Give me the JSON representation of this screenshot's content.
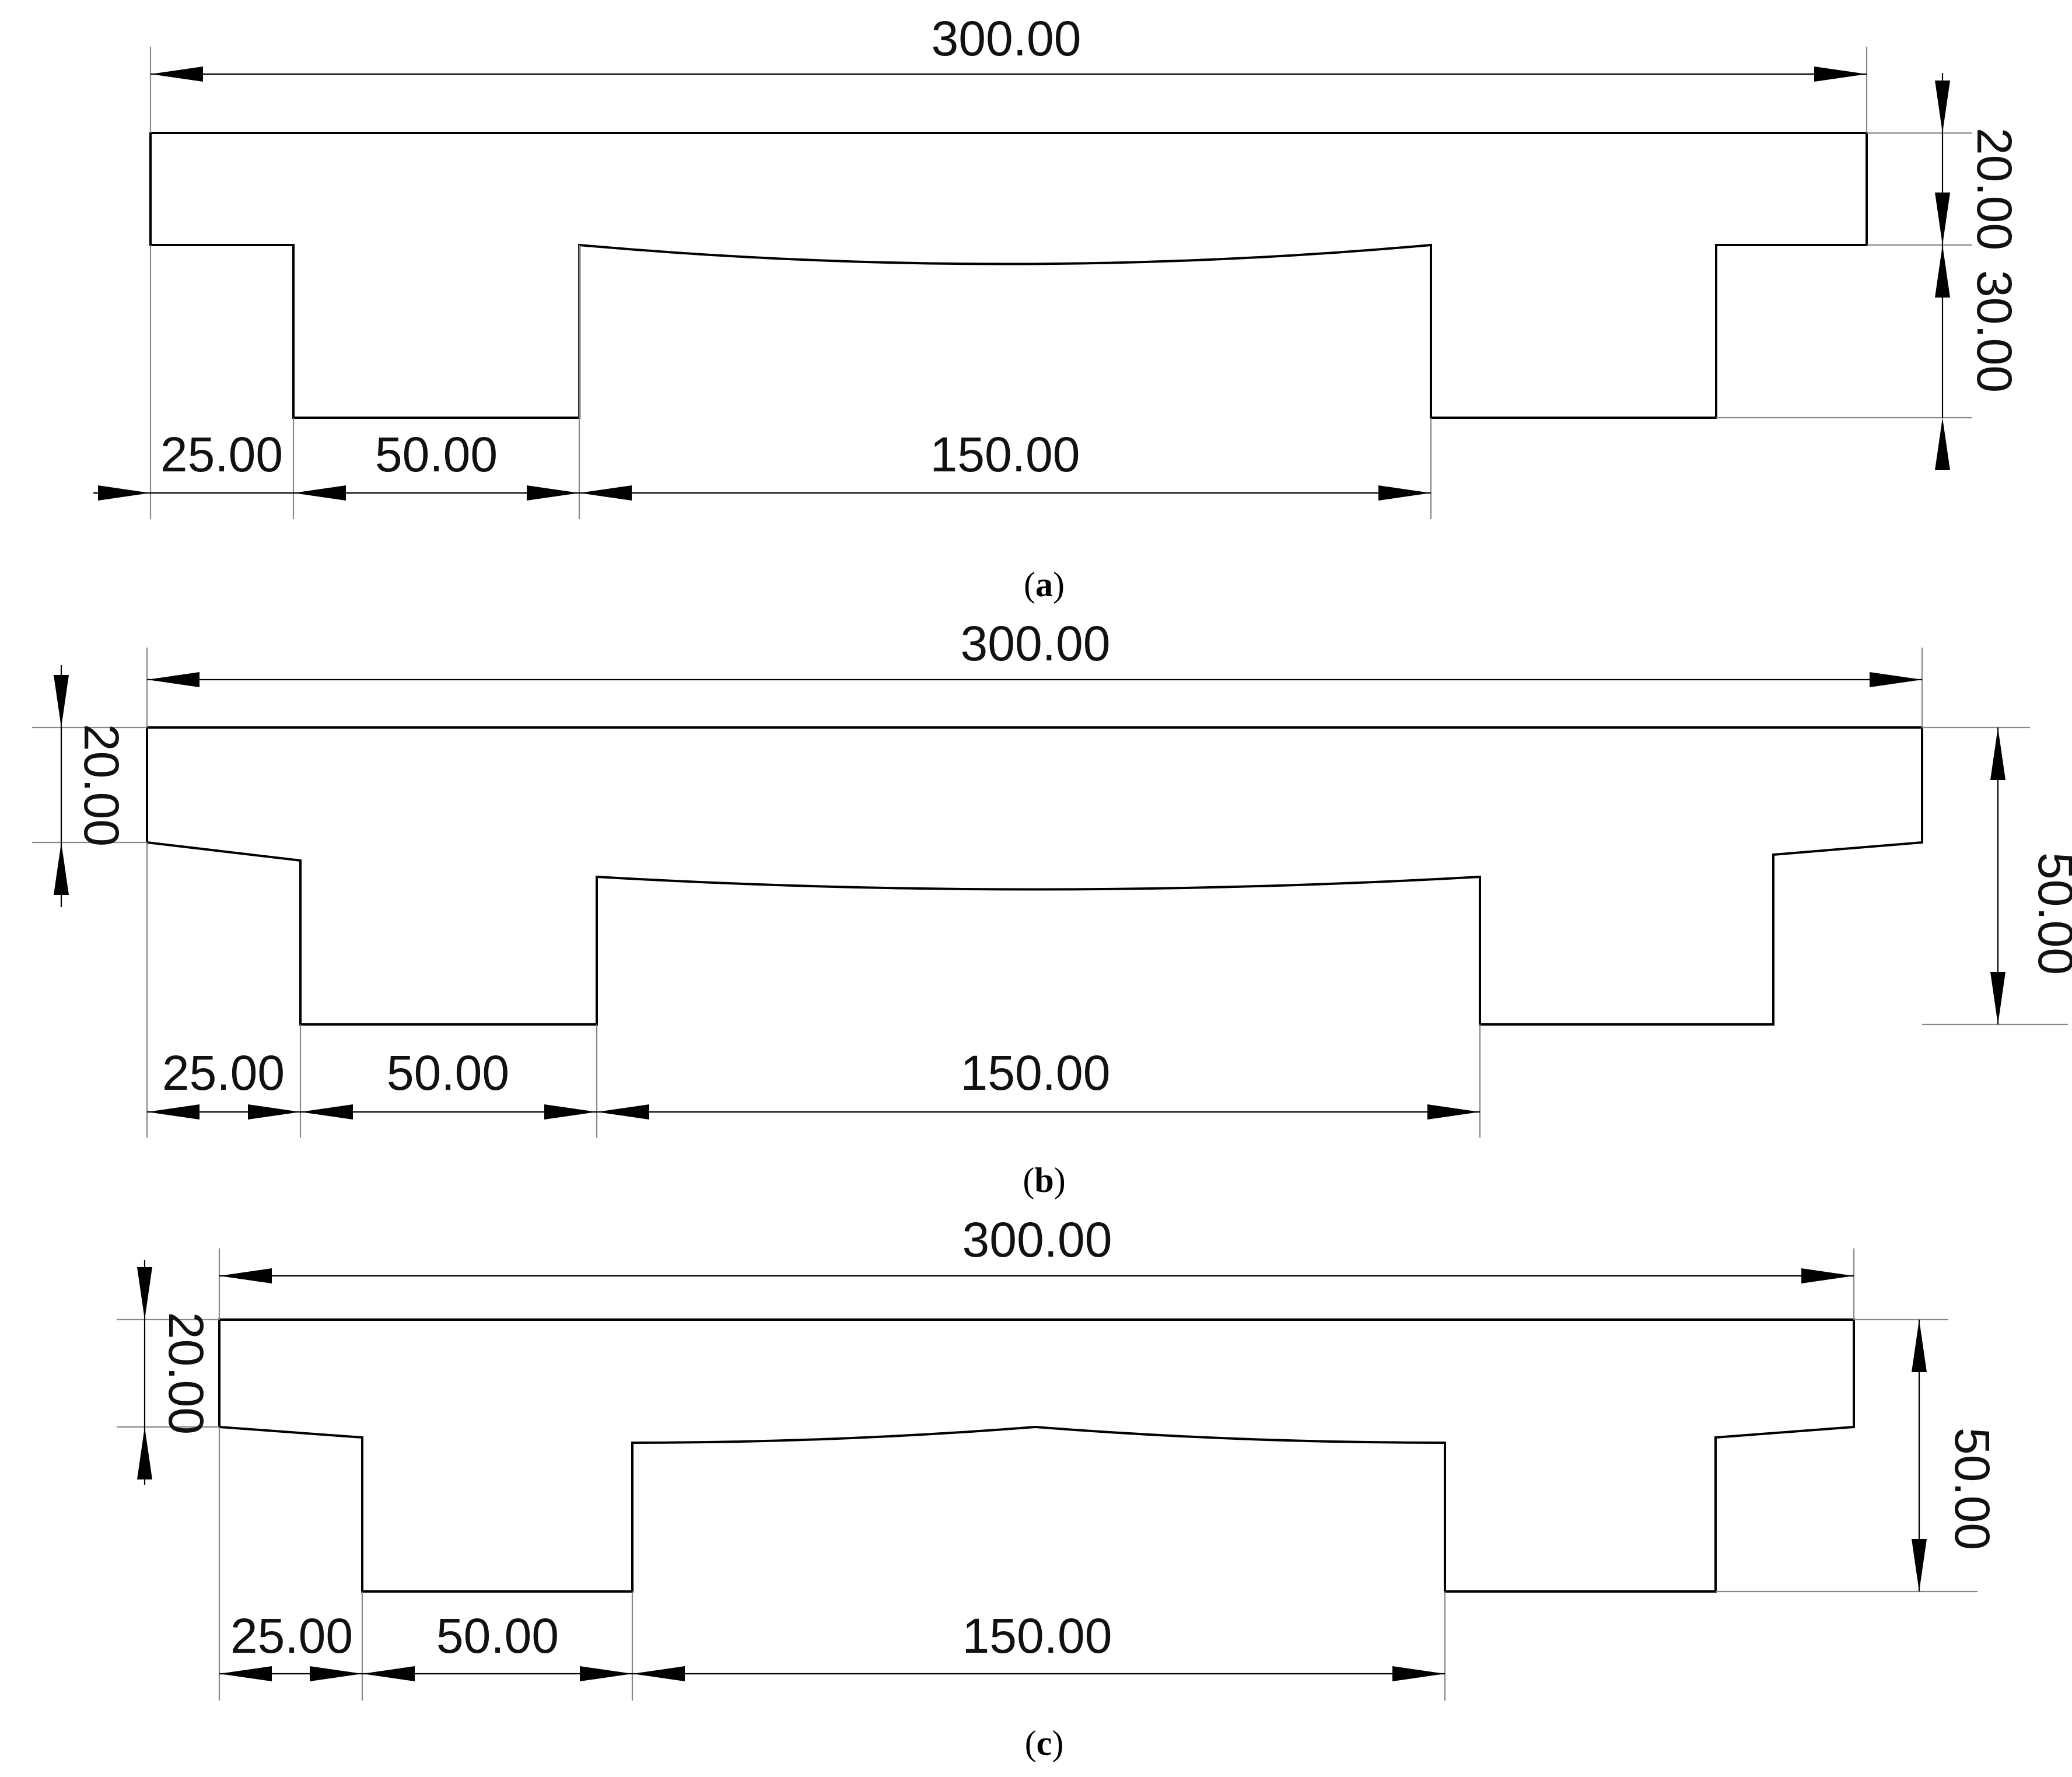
{
  "figures": [
    {
      "caption_letter": "a",
      "dims": {
        "top": "300.00",
        "flange": "20.00",
        "web": "30.00",
        "offset": "25.00",
        "leg": "50.00",
        "center": "150.00"
      }
    },
    {
      "caption_letter": "b",
      "dims": {
        "top": "300.00",
        "flange": "20.00",
        "total": "50.00",
        "offset": "25.00",
        "leg": "50.00",
        "center": "150.00"
      }
    },
    {
      "caption_letter": "c",
      "dims": {
        "top": "300.00",
        "flange": "20.00",
        "total": "50.00",
        "offset": "25.00",
        "leg": "50.00",
        "center": "150.00"
      }
    }
  ]
}
